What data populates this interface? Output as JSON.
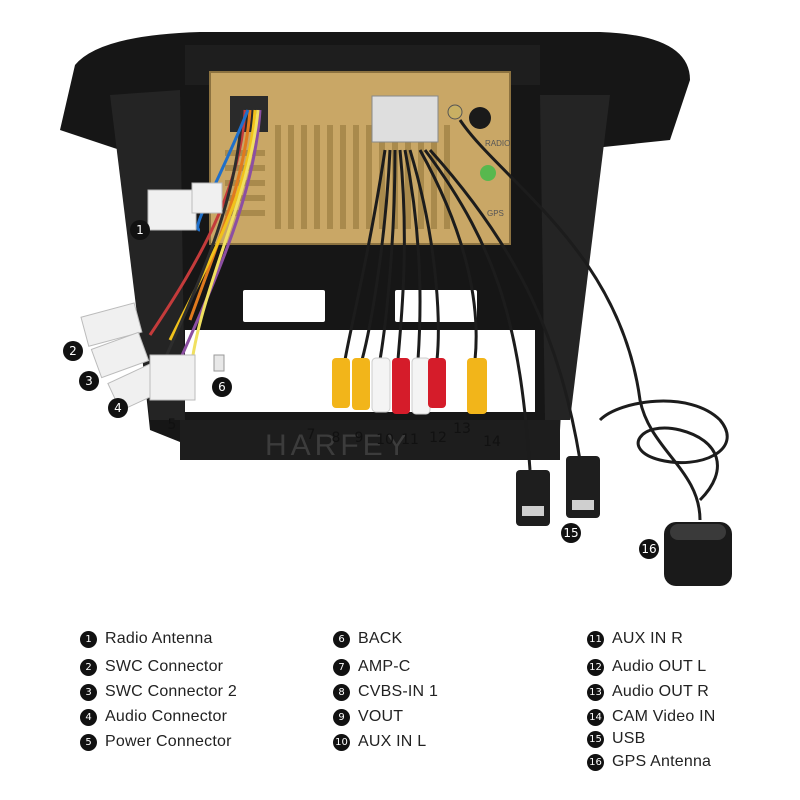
{
  "legend": {
    "col1": [
      {
        "num": "1",
        "label": "Radio Antenna"
      },
      {
        "num": "2",
        "label": "SWC Connector"
      },
      {
        "num": "3",
        "label": "SWC Connector 2"
      },
      {
        "num": "4",
        "label": "Audio Connector"
      },
      {
        "num": "5",
        "label": "Power Connector"
      }
    ],
    "col2": [
      {
        "num": "6",
        "label": "BACK"
      },
      {
        "num": "7",
        "label": "AMP-C"
      },
      {
        "num": "8",
        "label": "CVBS-IN 1"
      },
      {
        "num": "9",
        "label": "VOUT"
      },
      {
        "num": "10",
        "label": "AUX IN L"
      }
    ],
    "col3": [
      {
        "num": "11",
        "label": "AUX IN R"
      },
      {
        "num": "12",
        "label": "Audio OUT L"
      },
      {
        "num": "13",
        "label": "Audio OUT R"
      },
      {
        "num": "14",
        "label": "CAM Video IN"
      },
      {
        "num": "15",
        "label": "USB"
      },
      {
        "num": "16",
        "label": "GPS Antenna"
      }
    ]
  },
  "callouts": {
    "c1": "1",
    "c2": "2",
    "c3": "3",
    "c4": "4",
    "c5": "5",
    "c6": "6",
    "c7": "7",
    "c8": "8",
    "c9": "9",
    "c10": "10",
    "c11": "11",
    "c12": "12",
    "c13": "13",
    "c14": "14",
    "c15": "15",
    "c16": "16"
  },
  "photo": {
    "watermark": "HARFEY",
    "radio_label": "RADIO",
    "gps_label": "GPS"
  },
  "colors": {
    "frame": "#151515",
    "chassis": "#c9a766",
    "rca_yellow": "#f2b51a",
    "rca_red": "#d51c2a",
    "rca_white": "#f4f4f4",
    "cable": "#1c1c1c"
  }
}
